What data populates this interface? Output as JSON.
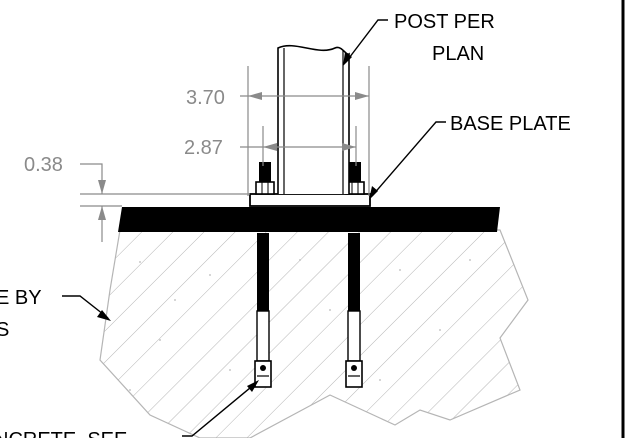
{
  "labels": {
    "post_line1": "POST PER",
    "post_line2": "PLAN",
    "base_plate": "BASE PLATE",
    "left_line1": "E BY",
    "left_line2": "S",
    "bottom": "NCRETE, SEE"
  },
  "dimensions": {
    "outer_width": "3.70",
    "inner_width": "2.87",
    "plate_thickness": "0.38"
  },
  "colors": {
    "line": "#000000",
    "dimension": "#8a8a8a",
    "concrete_hatch": "#b5b5b5",
    "plate": "#000000"
  }
}
